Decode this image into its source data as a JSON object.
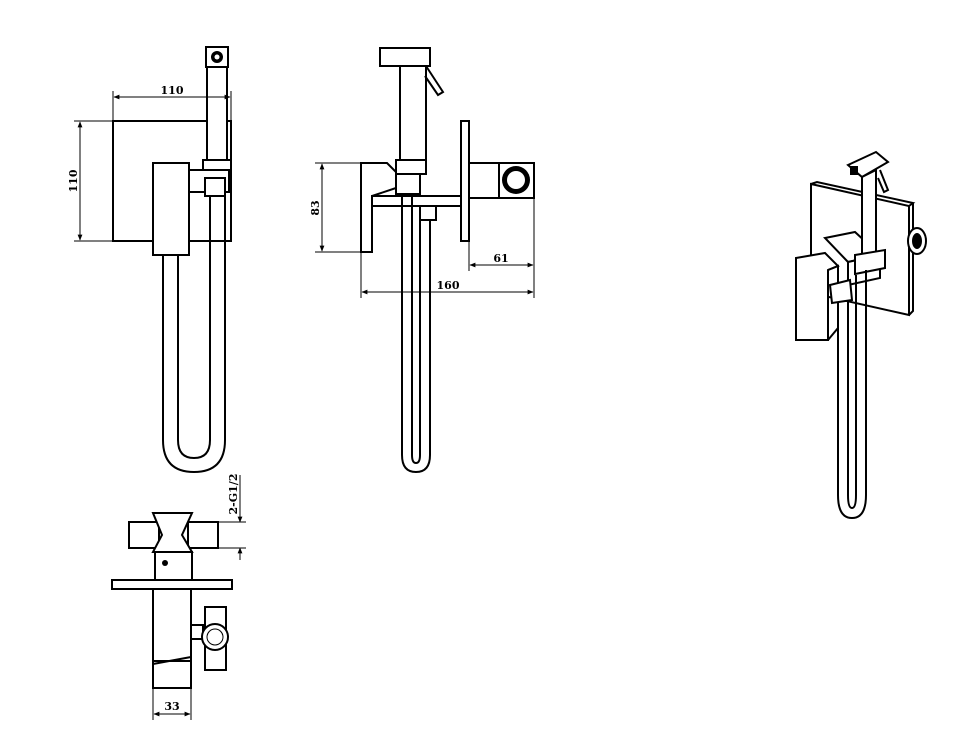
{
  "dimensions": {
    "side_width": "110",
    "side_height": "110",
    "front_height": "83",
    "front_offset": "61",
    "front_length": "160",
    "top_thread": "2-G1/2",
    "top_width": "33"
  },
  "colors": {
    "line": "#000000",
    "background": "#ffffff"
  }
}
